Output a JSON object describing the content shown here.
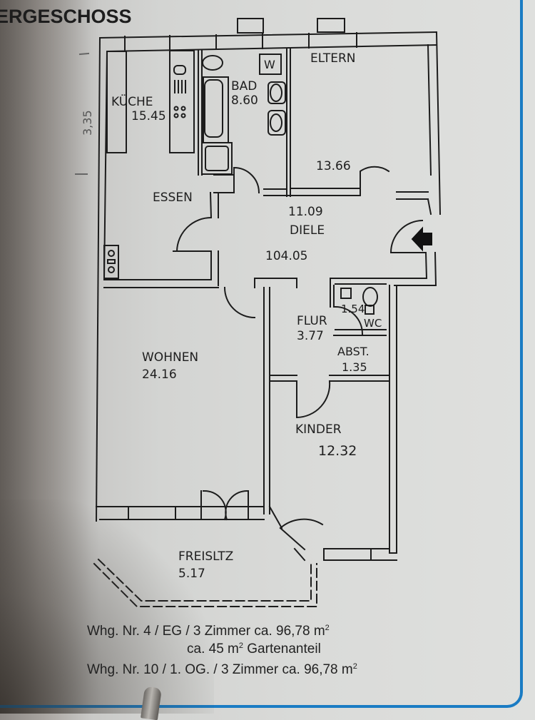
{
  "heading": "ERGESCHOSS",
  "dimension_note": "3,35",
  "rooms": {
    "kueche": {
      "name": "KÜCHE",
      "area": "15.45"
    },
    "bad": {
      "name": "BAD",
      "area": "8.60"
    },
    "eltern": {
      "name": "ELTERN",
      "area": "13.66"
    },
    "essen": {
      "name": "ESSEN"
    },
    "diele": {
      "name": "DIELE",
      "area": "11.09"
    },
    "total": {
      "area": "104.05"
    },
    "flur": {
      "name": "FLUR",
      "area": "3.77"
    },
    "wc": {
      "name": "WC",
      "area": "1.54"
    },
    "abst": {
      "name": "ABST.",
      "area": "1.35"
    },
    "wohnen": {
      "name": "WOHNEN",
      "area": "24.16"
    },
    "kinder": {
      "name": "KINDER",
      "area": "12.32"
    },
    "freisitz": {
      "name": "FREISLTZ",
      "area": "5.17"
    }
  },
  "fixtures": {
    "washer_label": "W"
  },
  "caption": {
    "line1_prefix": "Whg. Nr. 4 / EG / 3 Zimmer ca. 96,78 m",
    "line2_prefix": "ca. 45 m",
    "line2_suffix": " Gartenanteil",
    "line3_prefix": "Whg. Nr. 10 / 1. OG. / 3 Zimmer ca. 96,78 m",
    "superscript": "2"
  },
  "colors": {
    "line": "#1c1c1c",
    "border_blue": "#1a7cc4",
    "paper": "#dcdddb"
  }
}
